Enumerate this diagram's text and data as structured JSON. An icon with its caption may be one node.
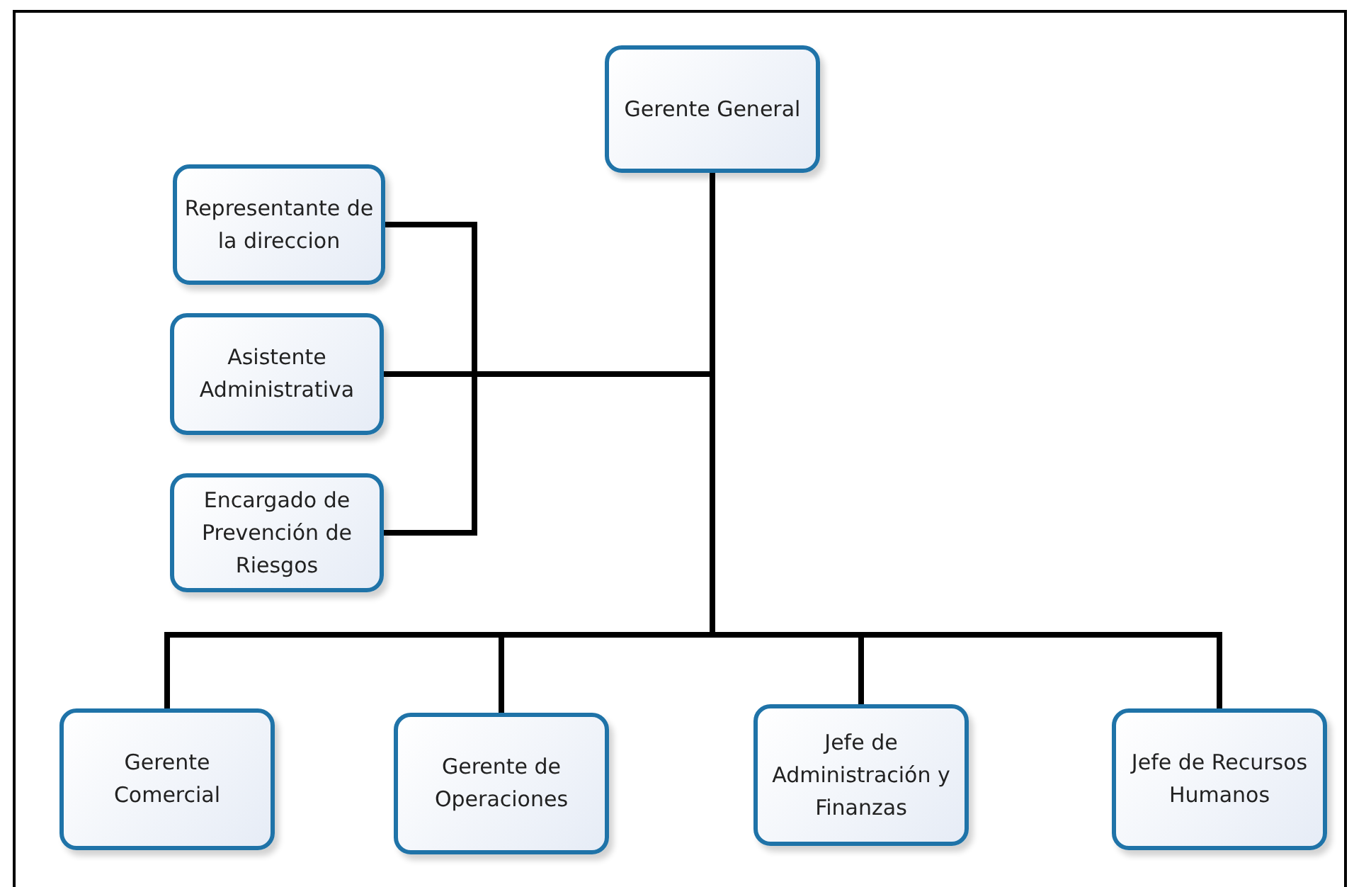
{
  "diagram": {
    "nodes": [
      {
        "text": [
          "Gerente General"
        ]
      },
      {
        "text": [
          "Representante de la direccion"
        ]
      },
      {
        "text": [
          "Asistente Administrativa"
        ]
      },
      {
        "text": [
          "Encargado de Prevención de Riesgos"
        ]
      },
      {
        "text": [
          "Gerente Comercial"
        ]
      },
      {
        "text": [
          "Gerente de Operaciones"
        ]
      },
      {
        "text": [
          "Jefe de Administración y Finanzas"
        ]
      },
      {
        "text": [
          "Jefe de Recursos Humanos"
        ]
      }
    ],
    "edges": [
      {
        "from": 0,
        "to": 1,
        "arrow": "none"
      },
      {
        "from": 0,
        "to": 2,
        "arrow": "none"
      },
      {
        "from": 0,
        "to": 3,
        "arrow": "none"
      },
      {
        "from": 0,
        "to": 4,
        "arrow": "none"
      },
      {
        "from": 0,
        "to": 5,
        "arrow": "none"
      },
      {
        "from": 0,
        "to": 6,
        "arrow": "none"
      },
      {
        "from": 0,
        "to": 7,
        "arrow": "none"
      }
    ]
  }
}
